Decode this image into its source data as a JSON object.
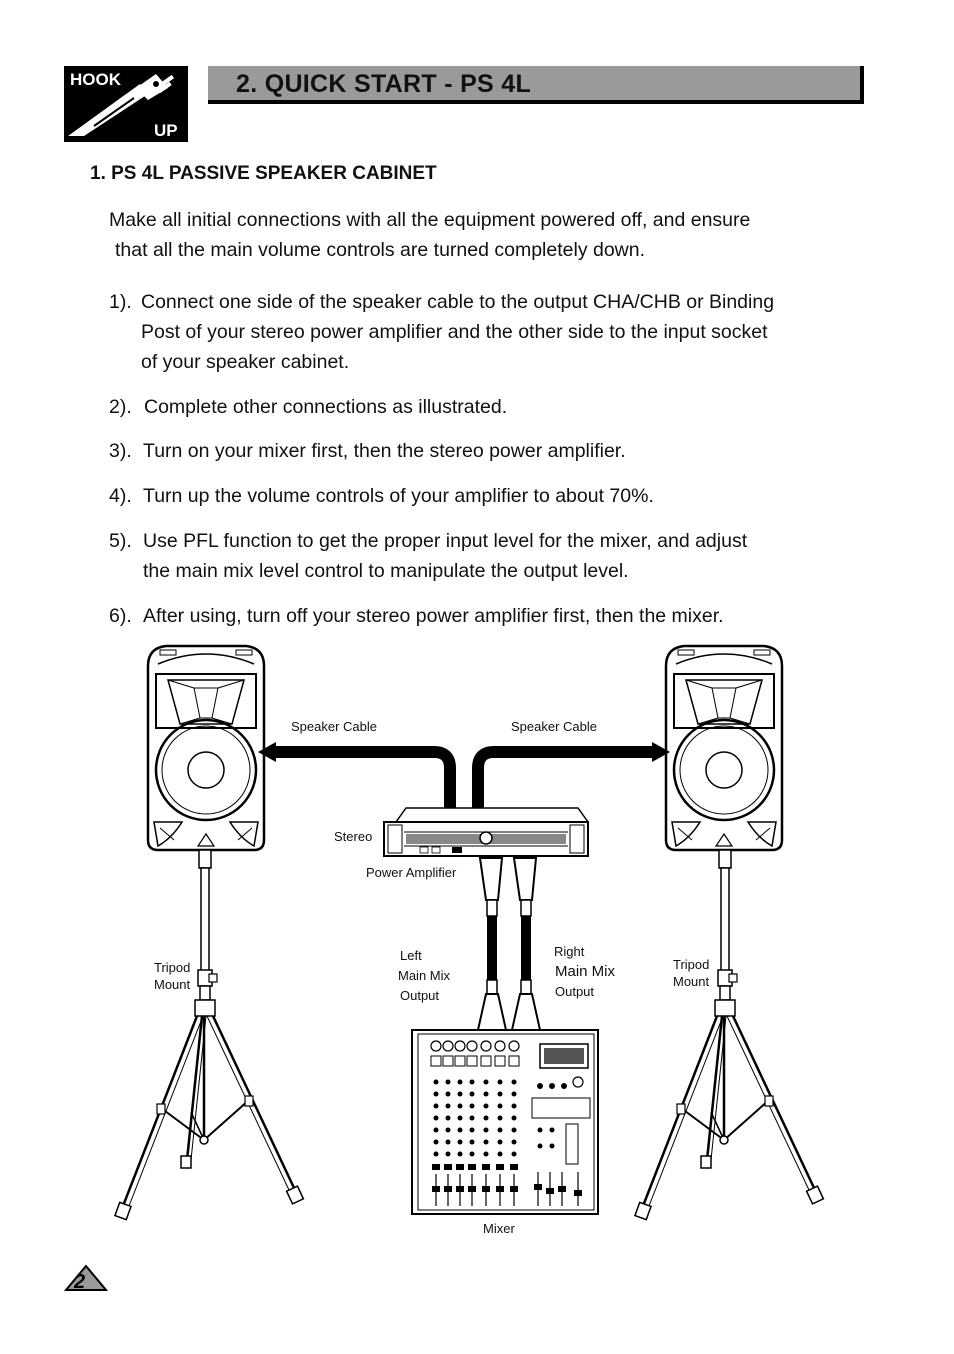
{
  "badge": {
    "top_text": "HOOK",
    "bottom_text": "UP"
  },
  "header": {
    "title": "2. QUICK START - PS 4L"
  },
  "section": {
    "title": "1. PS 4L PASSIVE SPEAKER CABINET"
  },
  "intro": [
    "Make all initial connections with all the equipment powered off, and ensure",
    "that all the main volume controls are turned completely down."
  ],
  "steps": [
    {
      "num": "1).",
      "lines": [
        "Connect one side of the speaker cable to the output CHA/CHB or Binding",
        "Post of your stereo power amplifier and the other side to the input socket",
        "of your speaker cabinet."
      ]
    },
    {
      "num": "2).",
      "lines": [
        "Complete other connections as illustrated."
      ]
    },
    {
      "num": "3).",
      "lines": [
        "Turn on your mixer first, then the stereo power amplifier."
      ]
    },
    {
      "num": "4).",
      "lines": [
        "Turn up the volume controls of your amplifier to about 70%."
      ]
    },
    {
      "num": "5).",
      "lines": [
        "Use PFL function to get the proper input level for the mixer, and adjust",
        "the main mix level control to manipulate the output level."
      ]
    },
    {
      "num": "6).",
      "lines": [
        "After using, turn off your stereo power amplifier first, then the mixer."
      ]
    }
  ],
  "diagram": {
    "speaker_cable_left": "Speaker Cable",
    "speaker_cable_right": "Speaker Cable",
    "stereo": "Stereo",
    "power_amplifier": "Power Amplifier",
    "left_output": [
      "Left",
      "Main Mix",
      "Output"
    ],
    "right_output": [
      "Right",
      "Main Mix",
      "Output"
    ],
    "tripod_left": [
      "Tripod",
      "Mount"
    ],
    "tripod_right": [
      "Tripod",
      "Mount"
    ],
    "mixer": "Mixer"
  },
  "page_number": "2"
}
